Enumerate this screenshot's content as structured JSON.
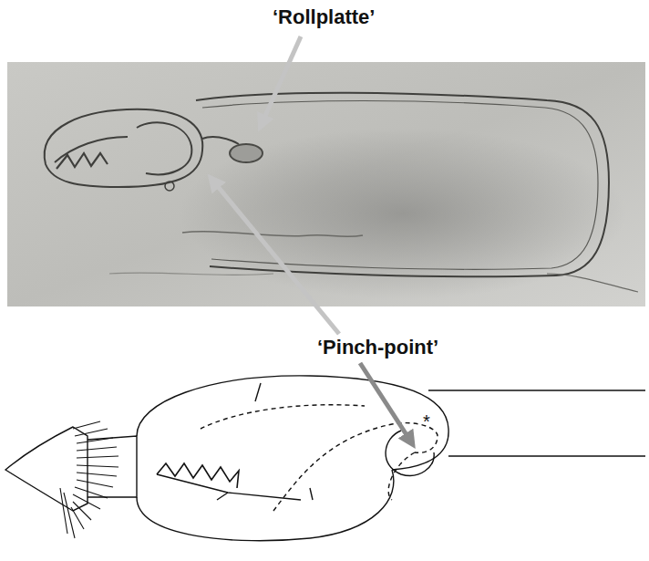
{
  "diagram": {
    "labels": [
      "‘Rollplatte’",
      "‘Pinch-point’",
      "*"
    ]
  }
}
